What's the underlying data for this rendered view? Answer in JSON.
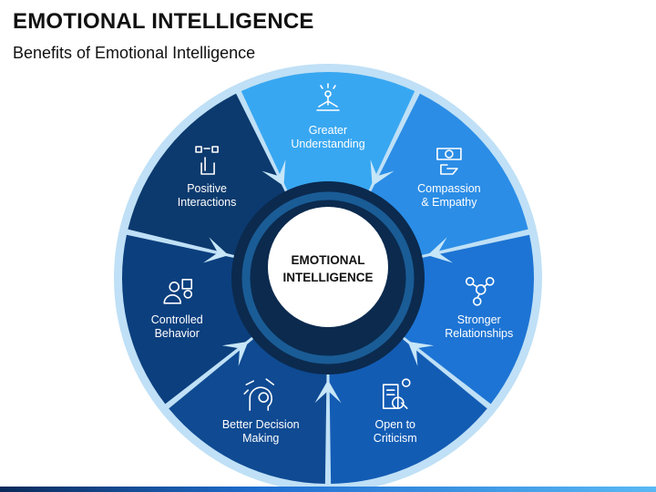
{
  "header": {
    "title": "EMOTIONAL INTELLIGENCE",
    "subtitle": "Benefits of Emotional Intelligence"
  },
  "center": {
    "line1": "EMOTIONAL",
    "line2": "INTELLIGENCE"
  },
  "segments": [
    {
      "id": "greater-understanding",
      "line1": "Greater",
      "line2": "Understanding",
      "icon": "meditation-icon",
      "color": "#38a7f1"
    },
    {
      "id": "compassion-empathy",
      "line1": "Compassion",
      "line2": "& Empathy",
      "icon": "giving-money-icon",
      "color": "#2b8de6"
    },
    {
      "id": "stronger-relationships",
      "line1": "Stronger",
      "line2": "Relationships",
      "icon": "relationship-network-icon",
      "color": "#1d74d4"
    },
    {
      "id": "open-to-criticism",
      "line1": "Open to",
      "line2": "Criticism",
      "icon": "feedback-document-icon",
      "color": "#135cb4"
    },
    {
      "id": "better-decision-making",
      "line1": "Better Decision",
      "line2": "Making",
      "icon": "decision-head-icon",
      "color": "#0f4a92"
    },
    {
      "id": "controlled-behavior",
      "line1": "Controlled",
      "line2": "Behavior",
      "icon": "controlled-person-icon",
      "color": "#0c3f7e"
    },
    {
      "id": "positive-interactions",
      "line1": "Positive",
      "line2": "Interactions",
      "icon": "touch-interaction-icon",
      "color": "#0c3a6e"
    }
  ],
  "colors": {
    "outer_ring": "#bfe0f6",
    "inner_ring": "#0b2a4e",
    "arrow": "#c7e6f8"
  }
}
